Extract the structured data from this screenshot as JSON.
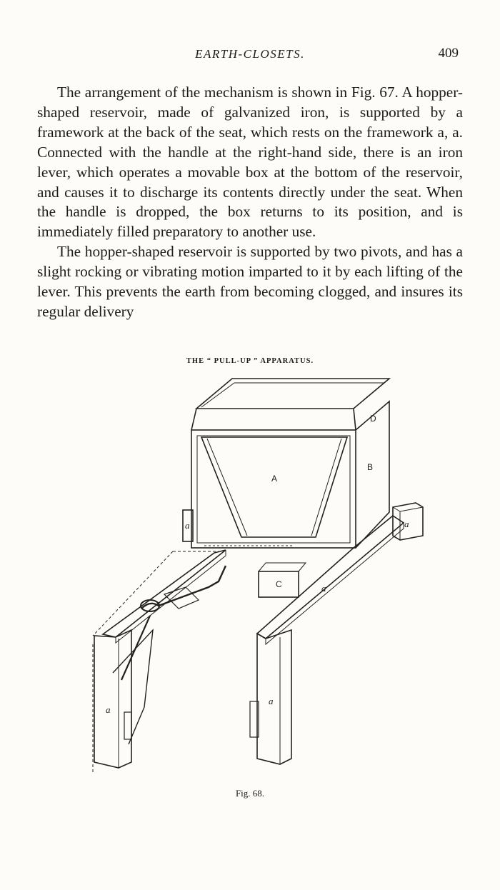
{
  "header": {
    "running_head": "EARTH-CLOSETS.",
    "page_number": "409"
  },
  "paragraphs": [
    "The arrangement of the mechanism is shown in Fig. 67. A hopper-shaped reservoir, made of galvanized iron, is supported by a framework at the back of the seat, which rests on the framework a, a. Connected with the handle at the right-hand side, there is an iron lever, which operates a movable box at the bottom of the reservoir, and causes it to discharge its contents directly under the seat. When the handle is dropped, the box returns to its position, and is immediately filled preparatory to another use.",
    "The hopper-shaped reservoir is supported by two pivots, and has a slight rocking or vibrating motion imparted to it by each lifting of the lever. This prevents the earth from becoming clogged, and insures its regular delivery"
  ],
  "figure": {
    "title": "THE “ PULL-UP ” APPARATUS.",
    "caption": "Fig. 68.",
    "labels": {
      "A": "A",
      "B": "B",
      "C": "C",
      "D": "D",
      "a": "a"
    }
  }
}
